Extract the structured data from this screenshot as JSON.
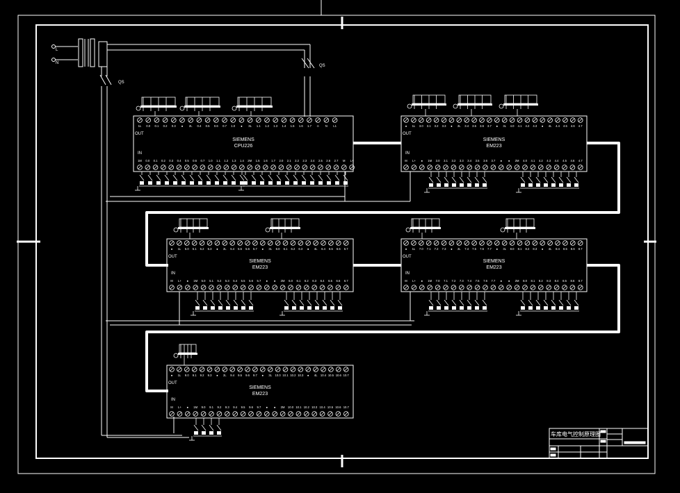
{
  "colors": {
    "background": "#000000",
    "line": "#ffffff"
  },
  "power": {
    "terminal_l": "L",
    "terminal_n": "N",
    "switch_label": "QS"
  },
  "modules": [
    {
      "id": "cpu",
      "brand": "SIEMENS",
      "model": "CPU226",
      "out_label": "OUT",
      "in_label": "IN",
      "top_terminals": [
        "1L",
        "0.0",
        "0.1",
        "0.2",
        "0.3",
        "●",
        "2L",
        "0.4",
        "0.5",
        "0.6",
        "0.7",
        "1.0",
        "●",
        "3L",
        "1.1",
        "1.2",
        "1.3",
        "1.4",
        "1.5",
        "1.6",
        "1.7",
        "⊙",
        "N",
        "L1"
      ],
      "bottom_terminals": [
        "1M",
        "0.0",
        "0.1",
        "0.2",
        "0.3",
        "0.4",
        "0.5",
        "0.6",
        "0.7",
        "1.0",
        "1.1",
        "1.2",
        "1.3",
        "1.4",
        "2M",
        "1.5",
        "1.6",
        "1.7",
        "2.0",
        "2.1",
        "2.2",
        "2.3",
        "2.4",
        "2.5",
        "2.6",
        "2.7",
        "M",
        "L+"
      ]
    },
    {
      "id": "em1",
      "brand": "SIEMENS",
      "model": "EM223",
      "out_label": "OUT",
      "in_label": "IN",
      "top_terminals": [
        "●",
        "1L",
        "3.0",
        "3.1",
        "3.2",
        "3.3",
        "●",
        "2L",
        "3.4",
        "3.5",
        "3.6",
        "3.7",
        "●",
        "3L",
        "4.0",
        "4.1",
        "4.2",
        "4.3",
        "●",
        "4L",
        "4.4",
        "4.5",
        "4.6",
        "4.7"
      ],
      "bottom_terminals": [
        "M",
        "L+",
        "●",
        "1M",
        "3.0",
        "3.1",
        "3.2",
        "3.3",
        "3.4",
        "3.5",
        "3.6",
        "3.7",
        "●",
        "●",
        "2M",
        "4.0",
        "4.1",
        "4.2",
        "4.3",
        "4.4",
        "4.5",
        "4.6",
        "4.7"
      ]
    },
    {
      "id": "em2",
      "brand": "SIEMENS",
      "model": "EM223",
      "out_label": "OUT",
      "in_label": "IN",
      "top_terminals": [
        "●",
        "1L",
        "5.0",
        "5.1",
        "5.2",
        "5.3",
        "●",
        "2L",
        "5.4",
        "5.5",
        "5.6",
        "5.7",
        "●",
        "3L",
        "6.0",
        "6.1",
        "6.2",
        "6.3",
        "●",
        "4L",
        "6.4",
        "6.5",
        "6.6",
        "6.7"
      ],
      "bottom_terminals": [
        "M",
        "L+",
        "●",
        "1M",
        "5.0",
        "5.1",
        "5.2",
        "5.3",
        "5.4",
        "5.5",
        "5.6",
        "5.7",
        "●",
        "●",
        "2M",
        "6.0",
        "6.1",
        "6.2",
        "6.3",
        "6.4",
        "6.5",
        "6.6",
        "6.7"
      ]
    },
    {
      "id": "em3",
      "brand": "SIEMENS",
      "model": "EM223",
      "out_label": "OUT",
      "in_label": "IN",
      "top_terminals": [
        "●",
        "1L",
        "7.0",
        "7.1",
        "7.2",
        "7.3",
        "●",
        "2L",
        "7.4",
        "7.5",
        "7.6",
        "7.7",
        "●",
        "3L",
        "8.0",
        "8.1",
        "8.2",
        "8.3",
        "●",
        "4L",
        "8.4",
        "8.5",
        "8.6",
        "8.7"
      ],
      "bottom_terminals": [
        "M",
        "L+",
        "●",
        "1M",
        "7.0",
        "7.1",
        "7.2",
        "7.3",
        "7.4",
        "7.5",
        "7.6",
        "7.7",
        "●",
        "●",
        "2M",
        "8.0",
        "8.1",
        "8.2",
        "8.3",
        "8.4",
        "8.5",
        "8.6",
        "8.7"
      ]
    },
    {
      "id": "em4",
      "brand": "SIEMENS",
      "model": "EM223",
      "out_label": "OUT",
      "in_label": "IN",
      "top_terminals": [
        "●",
        "1L",
        "9.0",
        "9.1",
        "9.2",
        "9.3",
        "●",
        "2L",
        "9.4",
        "9.5",
        "9.6",
        "9.7",
        "●",
        "3L",
        "10.0",
        "10.1",
        "10.2",
        "10.3",
        "●",
        "4L",
        "10.4",
        "10.5",
        "10.6",
        "10.7"
      ],
      "bottom_terminals": [
        "M",
        "L+",
        "●",
        "1M",
        "9.0",
        "9.1",
        "9.2",
        "9.3",
        "9.4",
        "9.5",
        "9.6",
        "9.7",
        "●",
        "●",
        "2M",
        "10.0",
        "10.1",
        "10.2",
        "10.3",
        "10.4",
        "10.5",
        "10.6",
        "10.7"
      ]
    }
  ],
  "title_block": {
    "title": "车库电气控制原理图"
  }
}
